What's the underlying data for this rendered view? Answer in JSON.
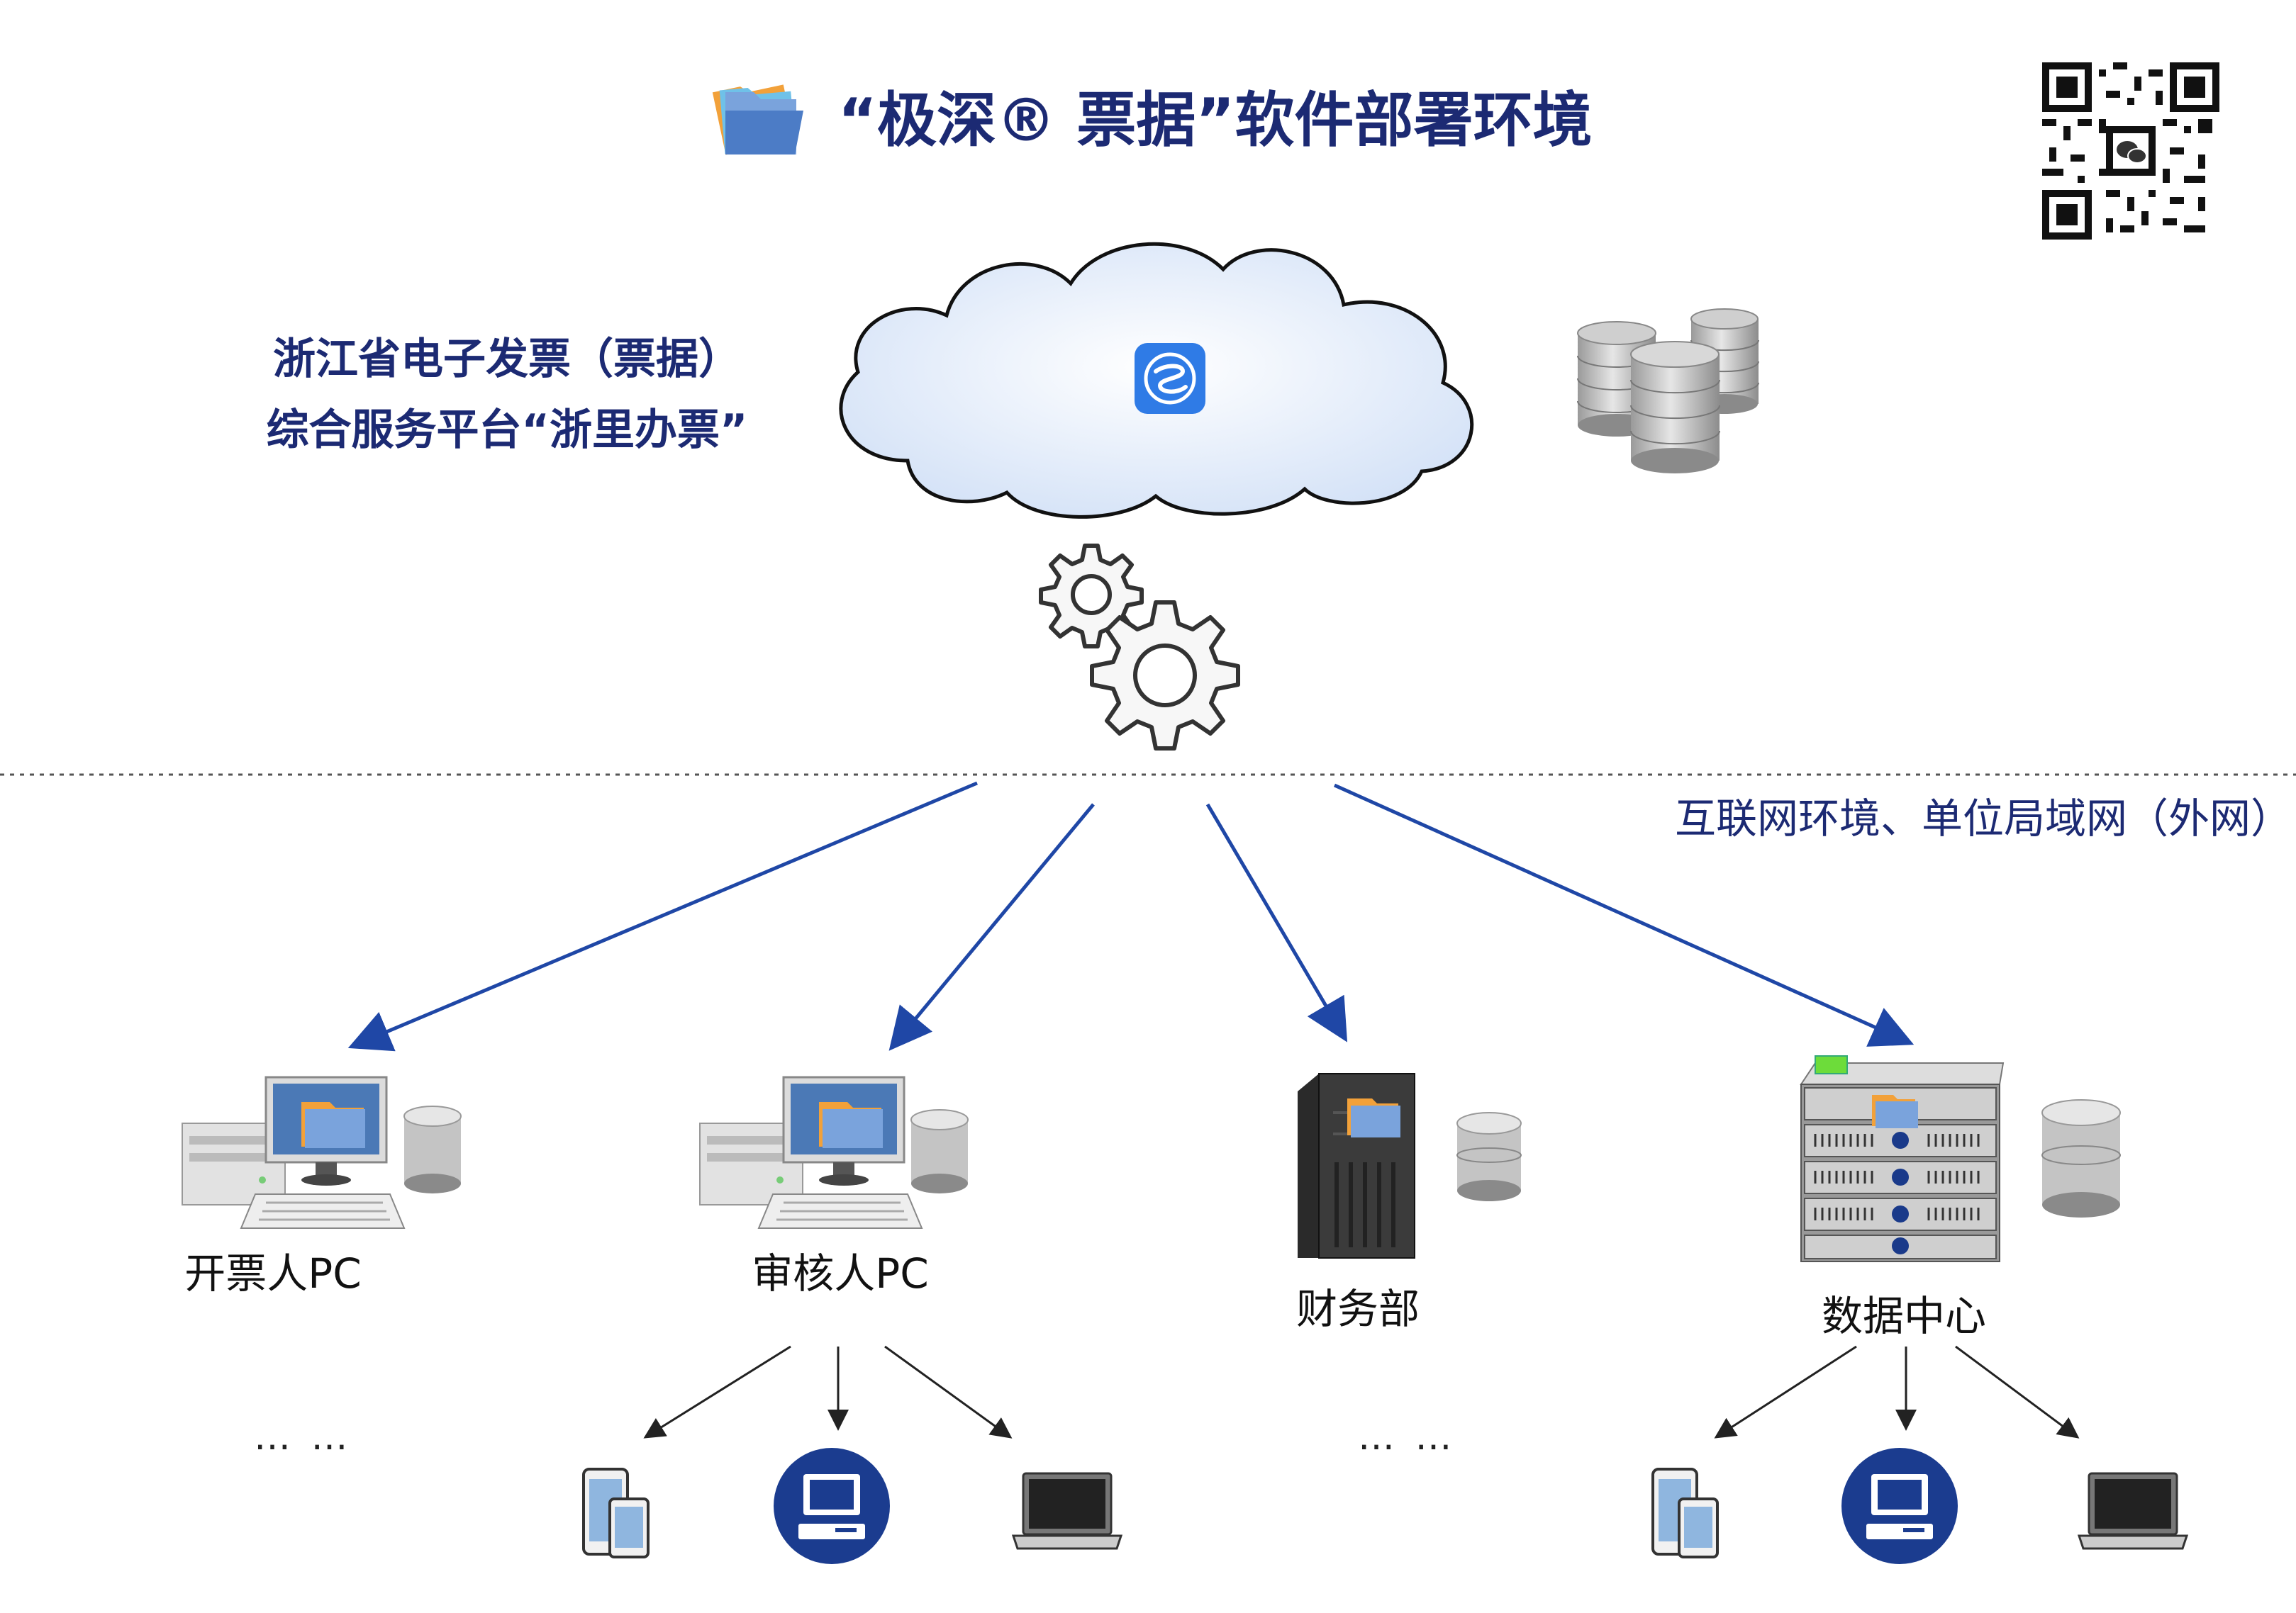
{
  "title": {
    "text": "“极深® 票据”软件部署环境"
  },
  "platform": {
    "line1": "浙江省电子发票（票据）",
    "line2": "综合服务平台“浙里办票”"
  },
  "network_label": "互联网环境、单位局域网（外网）",
  "nodes": [
    {
      "label": "开票人PC",
      "icon": "desktop-pc-icon"
    },
    {
      "label": "审核人PC",
      "icon": "desktop-pc-icon"
    },
    {
      "label": "财务部",
      "icon": "tower-server-icon"
    },
    {
      "label": "数据中心",
      "icon": "rack-server-icon"
    }
  ],
  "ellipsis": "… …",
  "client_devices": [
    "phone-tablet-icon",
    "monitor-circle-icon",
    "laptop-icon"
  ],
  "colors": {
    "title": "#1c2a73",
    "arrow": "#1f47a6",
    "cloud_fill": "#e6eefb"
  }
}
